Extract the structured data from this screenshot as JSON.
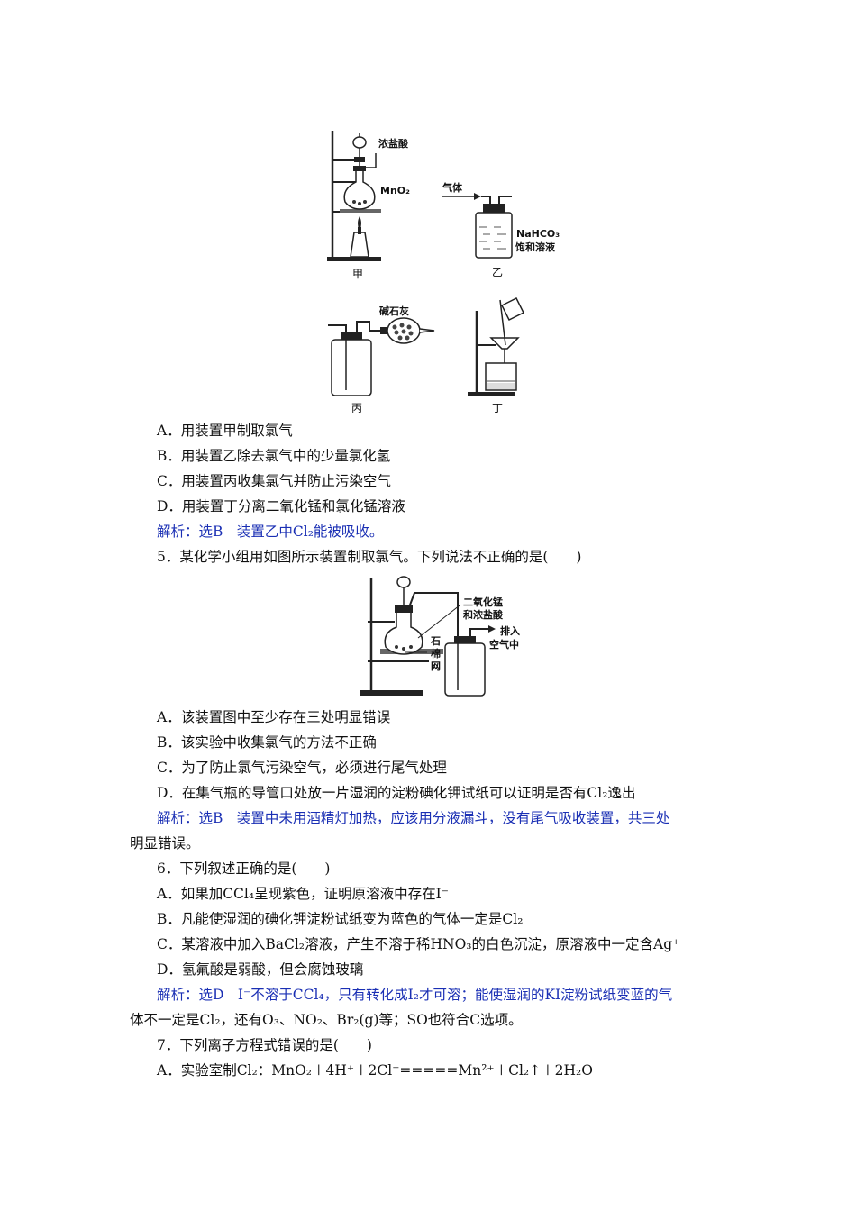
{
  "figure1": {
    "jia_label": "甲",
    "yi_label": "乙",
    "bing_label": "丙",
    "ding_label": "丁",
    "hcl_label": "浓盐酸",
    "mno2_label": "MnO₂",
    "gas_label": "气体",
    "nahco3_label": "NaHCO₃",
    "saturated_label": "饱和溶液",
    "soda_lime_label": "碱石灰"
  },
  "q4": {
    "options": [
      "A．用装置甲制取氯气",
      "B．用装置乙除去氯气中的少量氯化氢",
      "C．用装置丙收集氯气并防止污染空气",
      "D．用装置丁分离二氧化锰和氯化锰溶液"
    ],
    "analysis": "解析：选B　装置乙中Cl₂能被吸收。"
  },
  "q5": {
    "stem": "5．某化学小组用如图所示装置制取氯气。下列说法不正确的是(　　)",
    "fig_label_1": "二氧化锰",
    "fig_label_2": "和浓盐酸",
    "fig_label_3": "排入",
    "fig_label_4": "空气中",
    "fig_label_5": "石",
    "fig_label_6": "棉",
    "fig_label_7": "网",
    "options": [
      "A．该装置图中至少存在三处明显错误",
      "B．该实验中收集氯气的方法不正确",
      "C．为了防止氯气污染空气，必须进行尾气处理",
      "D．在集气瓶的导管口处放一片湿润的淀粉碘化钾试纸可以证明是否有Cl₂逸出"
    ],
    "analysis_1": "解析：选B　装置中未用酒精灯加热，应该用分液漏斗，没有尾气吸收装置，共三处",
    "analysis_2": "明显错误。"
  },
  "q6": {
    "stem": "6．下列叙述正确的是(　　)",
    "options": [
      "A．如果加CCl₄呈现紫色，证明原溶液中存在I⁻",
      "B．凡能使湿润的碘化钾淀粉试纸变为蓝色的气体一定是Cl₂",
      "C．某溶液中加入BaCl₂溶液，产生不溶于稀HNO₃的白色沉淀，原溶液中一定含Ag⁺",
      "D．氢氟酸是弱酸，但会腐蚀玻璃"
    ],
    "analysis_1": "解析：选D　I⁻不溶于CCl₄，只有转化成I₂才可溶；能使湿润的KI淀粉试纸变蓝的气",
    "analysis_2": "体不一定是Cl₂，还有O₃、NO₂、Br₂(g)等；SO也符合C选项。"
  },
  "q7": {
    "stem": "7．下列离子方程式错误的是(　　)",
    "option_a": "A．实验室制Cl₂：MnO₂＋4H⁺＋2Cl⁻=====Mn²⁺＋Cl₂↑＋2H₂O"
  }
}
